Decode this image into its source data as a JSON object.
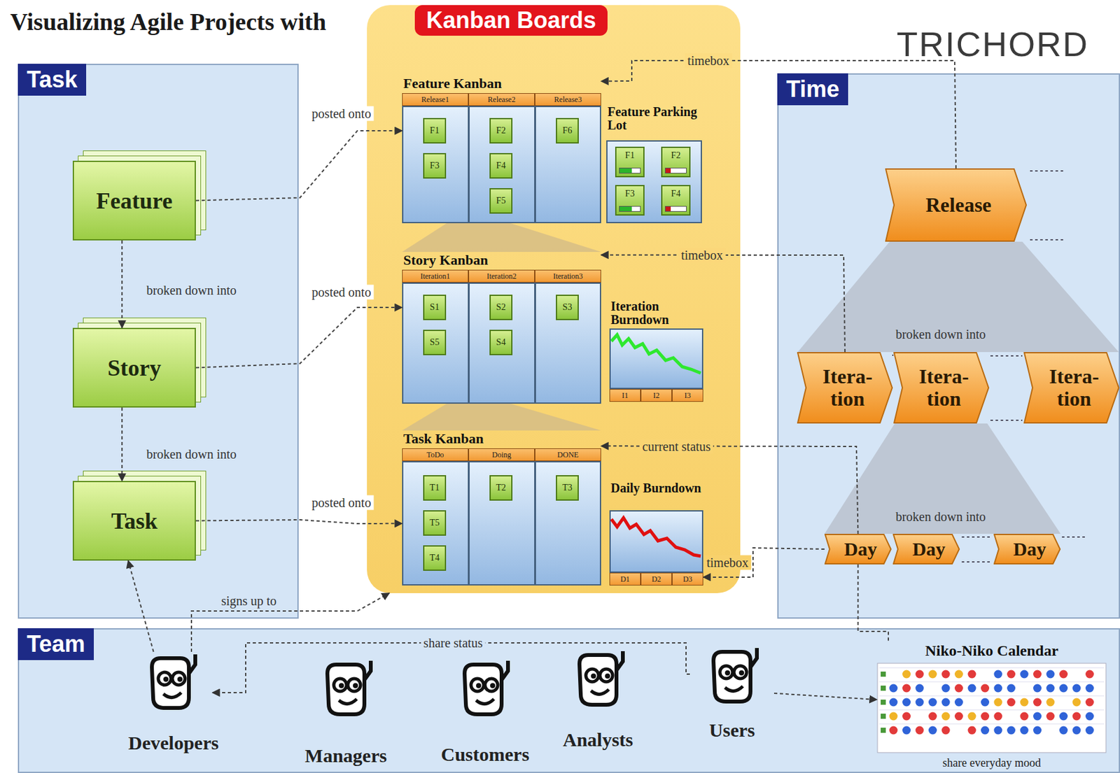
{
  "diagram": {
    "title": "Visualizing Agile Projects with",
    "nodes": [
      {
        "text": [
          "Task"
        ]
      },
      {
        "text": [
          "Feature"
        ],
        "in": 0
      },
      {
        "text": [
          "Story"
        ],
        "in": 0
      },
      {
        "text": [
          "Task"
        ],
        "in": 0
      },
      {
        "text": [
          "Kanban Boards"
        ]
      },
      {
        "text": [
          "Feature Kanban"
        ],
        "in": 4
      },
      {
        "text": [
          "F1"
        ],
        "in": 5
      },
      {
        "text": [
          "F3"
        ],
        "in": 5
      },
      {
        "text": [
          "F2"
        ],
        "in": 5
      },
      {
        "text": [
          "F4"
        ],
        "in": 5
      },
      {
        "text": [
          "F5"
        ],
        "in": 5
      },
      {
        "text": [
          "F6"
        ],
        "in": 5
      },
      {
        "text": [
          "Feature Parking Lot"
        ],
        "in": 4
      },
      {
        "text": [
          "F1"
        ],
        "in": 12
      },
      {
        "text": [
          "F2"
        ],
        "in": 12
      },
      {
        "text": [
          "F3"
        ],
        "in": 12
      },
      {
        "text": [
          "F4"
        ],
        "in": 12
      },
      {
        "text": [
          "Story Kanban"
        ],
        "in": 4
      },
      {
        "text": [
          "S1"
        ],
        "in": 17
      },
      {
        "text": [
          "S5"
        ],
        "in": 17
      },
      {
        "text": [
          "S2"
        ],
        "in": 17
      },
      {
        "text": [
          "S4"
        ],
        "in": 17
      },
      {
        "text": [
          "S3"
        ],
        "in": 17
      },
      {
        "text": [
          "Iteration Burndown"
        ],
        "in": 4
      },
      {
        "text": [
          "Task Kanban"
        ],
        "in": 4
      },
      {
        "text": [
          "T1"
        ],
        "in": 24
      },
      {
        "text": [
          "T5"
        ],
        "in": 24
      },
      {
        "text": [
          "T4"
        ],
        "in": 24
      },
      {
        "text": [
          "T2"
        ],
        "in": 24
      },
      {
        "text": [
          "T3"
        ],
        "in": 24
      },
      {
        "text": [
          "Daily Burndown"
        ],
        "in": 4
      },
      {
        "text": [
          "Time"
        ]
      },
      {
        "text": [
          "Release"
        ],
        "in": 31
      },
      {
        "text": [
          "Itera- tion"
        ],
        "in": 31
      },
      {
        "text": [
          "Itera- tion"
        ],
        "in": 31
      },
      {
        "text": [
          "Itera- tion"
        ],
        "in": 31
      },
      {
        "text": [
          "Day"
        ],
        "in": 31
      },
      {
        "text": [
          "Day"
        ],
        "in": 31
      },
      {
        "text": [
          "Day"
        ],
        "in": 31
      },
      {
        "text": [
          "Team"
        ]
      },
      {
        "text": [
          "Developers"
        ],
        "in": 39
      },
      {
        "text": [
          "Managers"
        ],
        "in": 39
      },
      {
        "text": [
          "Customers"
        ],
        "in": 39
      },
      {
        "text": [
          "Analysts"
        ],
        "in": 39
      },
      {
        "text": [
          "Users"
        ],
        "in": 39
      },
      {
        "text": [
          "Niko-Niko Calendar",
          "share everyday mood"
        ],
        "in": 39
      }
    ],
    "edges": [
      {
        "from": 1,
        "to": 5,
        "label": "posted onto",
        "arrow": "to"
      },
      {
        "from": 2,
        "to": 17,
        "label": "posted onto",
        "arrow": "to"
      },
      {
        "from": 3,
        "to": 24,
        "label": "posted onto",
        "arrow": "to"
      },
      {
        "from": 1,
        "to": 2,
        "label": "broken down into",
        "arrow": "to"
      },
      {
        "from": 2,
        "to": 3,
        "label": "broken down into",
        "arrow": "to"
      },
      {
        "from": 32,
        "to": 5,
        "label": "timebox",
        "arrow": "to"
      },
      {
        "from": 33,
        "to": 17,
        "label": "timebox",
        "arrow": "to"
      },
      {
        "from": 36,
        "to": 24,
        "label": "current status",
        "arrow": "to"
      },
      {
        "from": 36,
        "to": 30,
        "label": "timebox",
        "arrow": "to"
      },
      {
        "from": 40,
        "to": 3,
        "arrow": "to"
      },
      {
        "from": 40,
        "to": 4,
        "label": "signs up to",
        "arrow": "to"
      },
      {
        "from": 44,
        "to": 40,
        "label": "share status",
        "arrow": "to"
      },
      {
        "from": 44,
        "to": 45,
        "arrow": "to"
      },
      {
        "from": 36,
        "to": 45,
        "arrow": "none"
      }
    ],
    "labels": [
      "TRICHORD",
      "Release1",
      "Release2",
      "Release3",
      "Iteration1",
      "Iteration2",
      "Iteration3",
      "ToDo",
      "Doing",
      "DONE",
      "I1",
      "I2",
      "I3",
      "D1",
      "D2",
      "D3",
      "broken down into",
      "broken down into"
    ]
  }
}
